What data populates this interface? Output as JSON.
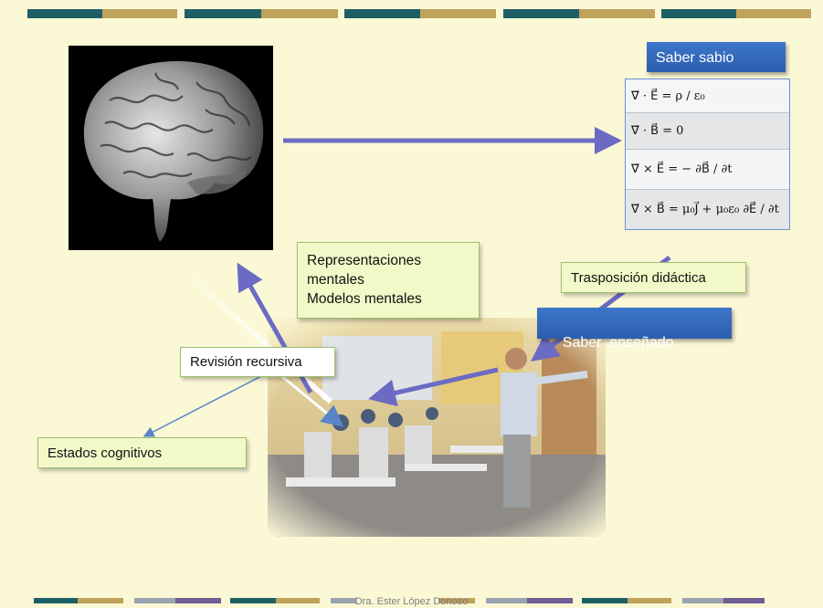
{
  "diagram": {
    "saber_sabio": "Saber sabio",
    "equations": [
      "∇⃗ · E⃗ = ρ / ε₀",
      "∇⃗ · B⃗ = 0",
      "∇⃗ × E⃗ = − ∂B⃗ / ∂t",
      "∇⃗ × B⃗ = μ₀J⃗ + μ₀ε₀ ∂E⃗ / ∂t"
    ],
    "representaciones": [
      "Representaciones",
      "mentales",
      "Modelos mentales"
    ],
    "trasposicion": "Trasposición didáctica",
    "saber_ensenado": "Saber  enseñado",
    "revision": "Revisión recursiva",
    "estados": "Estados cognitivos"
  },
  "footer": "Dra. Ester López Donoso",
  "colors": {
    "background": "#fbf8d6",
    "teal": "#1e5f66",
    "gold": "#bfa25b",
    "blue_box": "#2c5eae",
    "arrow": "#6b6bc4"
  },
  "images": {
    "brain": "brain-scan-image",
    "classroom": "classroom-photo"
  }
}
